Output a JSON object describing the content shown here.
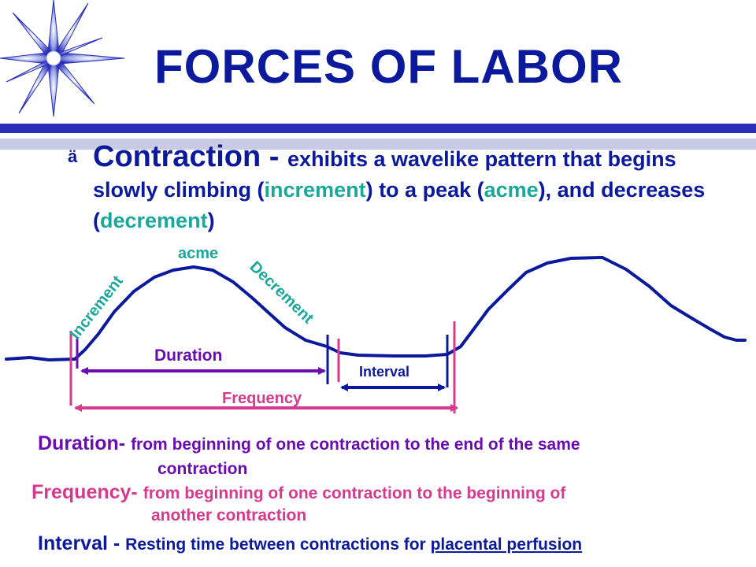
{
  "title": "FORCES  OF  LABOR",
  "bullet": {
    "icon": "z-umlaut-bullet",
    "glyph": "ä",
    "lead": "Contraction - ",
    "text_1": "exhibits a wavelike pattern that begins slowly climbing (",
    "increment": "increment",
    "text_2": ") to a peak (",
    "acme": "acme",
    "text_3": "), and decreases (",
    "decrement": "decrement",
    "text_4": ")"
  },
  "diagram": {
    "acme": "acme",
    "increment": "Increment",
    "decrement": "Decrement",
    "duration": "Duration",
    "interval": "Interval",
    "frequency": "Frequency"
  },
  "definitions": {
    "duration_term": "Duration-",
    "duration_body_1": "from beginning of one contraction to the end of the same",
    "duration_body_2": "contraction",
    "frequency_term": "Frequency-",
    "frequency_body_1": "from beginning of one contraction to the beginning of",
    "frequency_body_2": "another contraction",
    "interval_term": "Interval - ",
    "interval_body": "Resting time between contractions for ",
    "interval_underlined": "placental perfusion"
  },
  "colors": {
    "navy": "#0b1a9c",
    "teal": "#1aa89a",
    "purple": "#6a0db0",
    "pink": "#d63a8c"
  }
}
